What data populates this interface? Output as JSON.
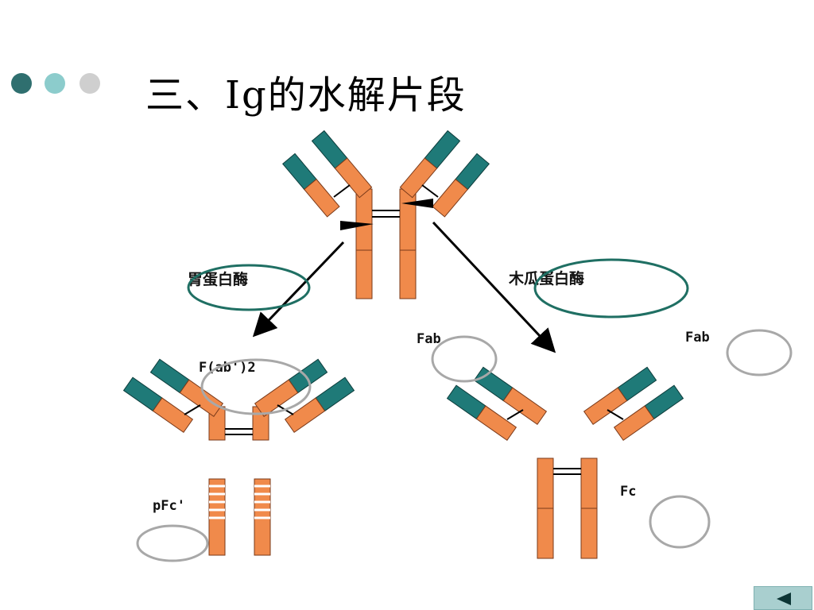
{
  "slide": {
    "title": "三、Ig的水解片段",
    "dot_colors": [
      "#2f6f6f",
      "#8ccccc",
      "#cfcfcf"
    ]
  },
  "colors": {
    "variable_region": "#1f7a78",
    "constant_region": "#f08a4b",
    "outline": "#7a3a1a",
    "pepsin_circle": "#1f6f63",
    "blank_circle": "#a8a8a8"
  },
  "labels": {
    "pepsin": "胃蛋白酶",
    "papain": "木瓜蛋白酶",
    "f_ab2": "F(ab')2",
    "pfc": "pFc'",
    "fab_left": "Fab",
    "fab_right": "Fab",
    "fc": "Fc"
  },
  "nav": {
    "back_icon": "triangle-left-icon"
  }
}
